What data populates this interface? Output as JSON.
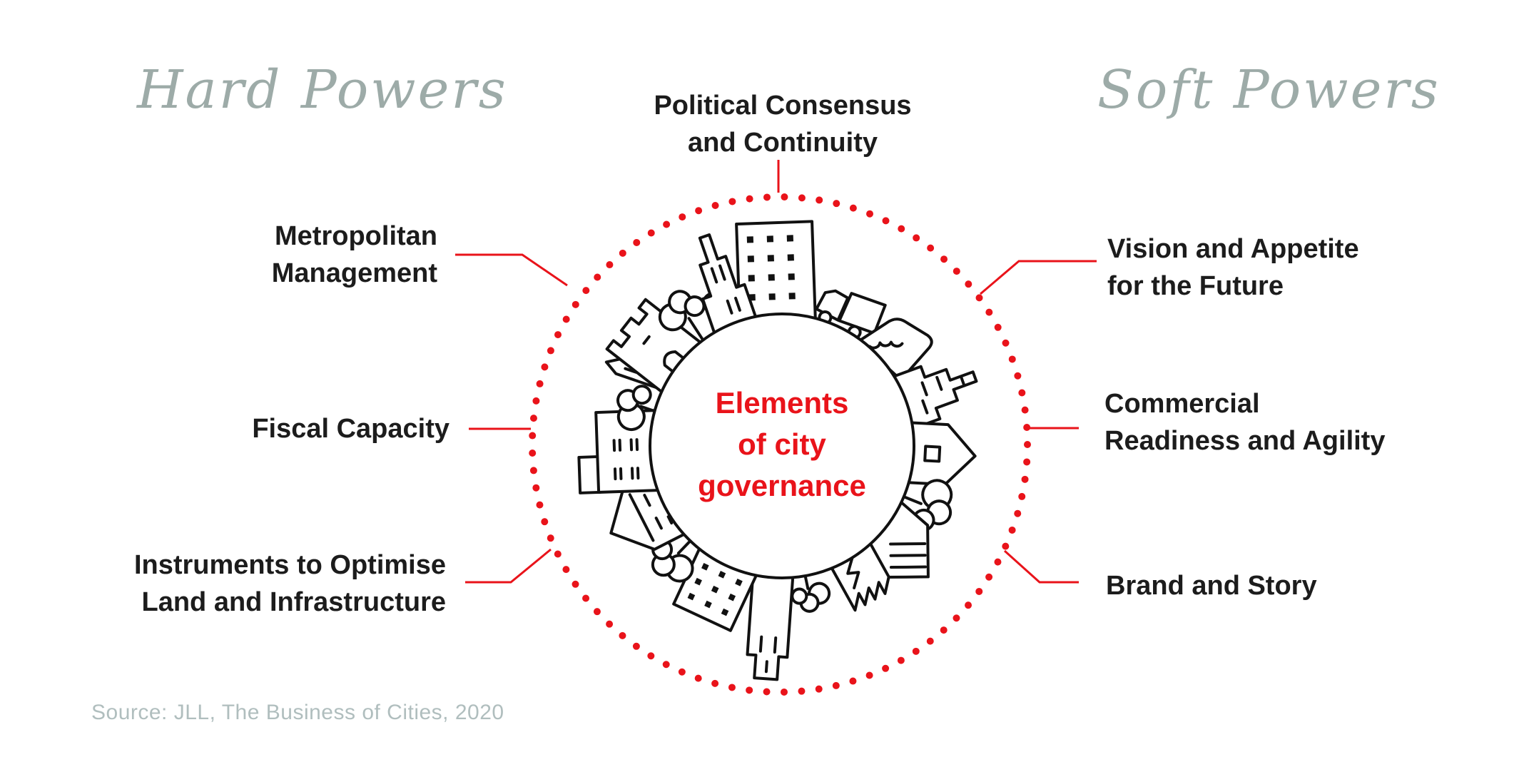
{
  "colors": {
    "accent_red": "#e9131a",
    "illustration_ink": "#111111",
    "label_ink": "#1c1c1c",
    "script_gray": "#9daba8",
    "source_gray": "#b0bebe",
    "background": "#ffffff"
  },
  "hard_powers_label": "Hard Powers",
  "soft_powers_label": "Soft Powers",
  "center": {
    "lines": [
      "Elements",
      "of city",
      "governance"
    ]
  },
  "top_spoke": {
    "lines": [
      "Political Consensus",
      "and Continuity"
    ]
  },
  "left_spokes": [
    {
      "lines": [
        "Metropolitan",
        "Management"
      ]
    },
    {
      "lines": [
        "Fiscal Capacity"
      ]
    },
    {
      "lines": [
        "Instruments to Optimise",
        "Land and Infrastructure"
      ]
    }
  ],
  "right_spokes": [
    {
      "lines": [
        "Vision and Appetite",
        "for the Future"
      ]
    },
    {
      "lines": [
        "Commercial",
        "Readiness and Agility"
      ]
    },
    {
      "lines": [
        "Brand and Story"
      ]
    }
  ],
  "source_note": "Source: JLL, The Business of Cities, 2020"
}
